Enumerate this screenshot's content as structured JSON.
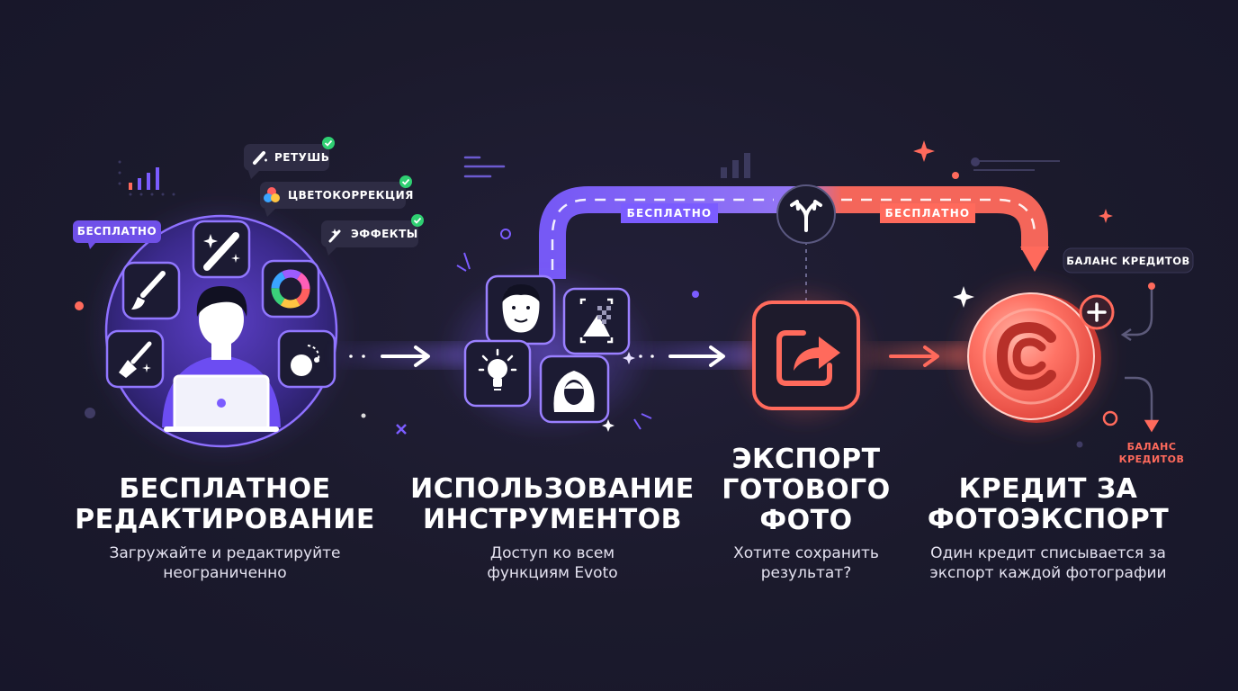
{
  "steps": [
    {
      "title_line1": "БЕСПЛАТНОЕ",
      "title_line2": "РЕДАКТИРОВАНИЕ",
      "desc_line1": "Загружайте и редактируйте",
      "desc_line2": "неограниченно"
    },
    {
      "title_line1": "ИСПОЛЬЗОВАНИЕ",
      "title_line2": "ИНСТРУМЕНТОВ",
      "desc_line1": "Доступ ко всем",
      "desc_line2": "функциям Evoto"
    },
    {
      "title_line1": "ЭКСПОРТ",
      "title_line2": "ГОТОВОГО",
      "title_line3": "ФОТО",
      "desc_line1": "Хотите сохранить",
      "desc_line2": "результат?"
    },
    {
      "title_line1": "КРЕДИТ ЗА",
      "title_line2": "ФОТОЭКСПОРТ",
      "desc_line1": "Один кредит списывается за",
      "desc_line2": "экспорт каждой фотографии"
    }
  ],
  "badges": {
    "free_badge": "БЕСПЛАТНО",
    "retouch": "РЕТУШЬ",
    "color_correction": "ЦВЕТОКОРРЕКЦИЯ",
    "effects": "ЭФФЕКТЫ"
  },
  "flow": {
    "left_path_label": "БЕСПЛАТНО",
    "right_path_label": "БЕСПЛАТНО"
  },
  "credits": {
    "balance_pill": "БАЛАНС КРЕДИТОВ",
    "balance_label_line1": "БАЛАНС",
    "balance_label_line2": "КРЕДИТОВ"
  },
  "colors": {
    "purple": "#7b5cff",
    "coral": "#ff6a5c",
    "check_green": "#2fcf72",
    "background": "#1b1a2c"
  },
  "icons": [
    "person-laptop-icon",
    "paintbrush-icon",
    "magic-wand-icon",
    "color-wheel-icon",
    "sparkle-brush-icon",
    "liquify-icon",
    "face-icon",
    "background-remove-icon",
    "lightbulb-icon",
    "woman-hair-icon",
    "split-arrow-icon",
    "export-share-icon",
    "credit-coin-icon",
    "plus-icon"
  ]
}
